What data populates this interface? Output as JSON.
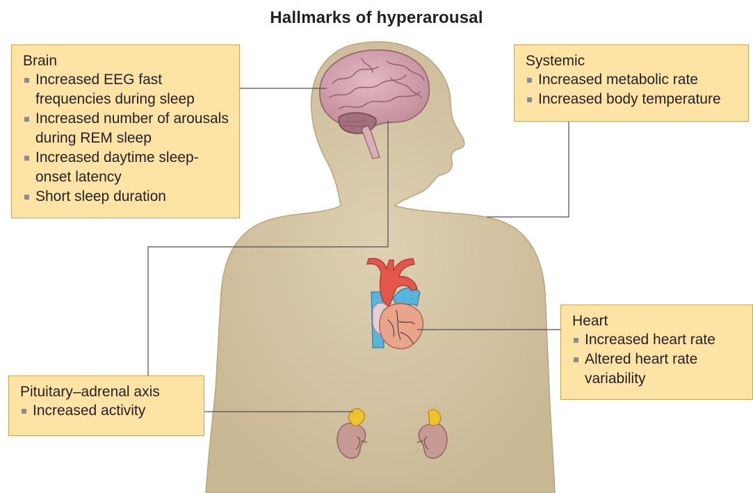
{
  "title": "Hallmarks of hyperarousal",
  "boxes": {
    "brain": {
      "heading": "Brain",
      "items": [
        "Increased EEG fast frequencies during sleep",
        "Increased number of arousals during REM sleep",
        "Increased daytime sleep-onset latency",
        "Short sleep duration"
      ]
    },
    "systemic": {
      "heading": "Systemic",
      "items": [
        "Increased metabolic rate",
        "Increased body temperature"
      ]
    },
    "heart": {
      "heading": "Heart",
      "items": [
        "Increased heart rate",
        "Altered heart rate variability"
      ]
    },
    "pituitary": {
      "heading": "Pituitary–adrenal axis",
      "items": [
        "Increased activity"
      ]
    }
  },
  "colors": {
    "box_fill": "#fde3a4",
    "box_border": "#c7a35a",
    "body_fill": "#d2c19f",
    "brain": "#cfa0ad",
    "aorta": "#e2574a",
    "vessels": "#56b5d8",
    "heart_muscle": "#e9a58c",
    "kidney": "#c59b93",
    "adrenal": "#f0c22c",
    "connector": "#4d4d4d"
  }
}
